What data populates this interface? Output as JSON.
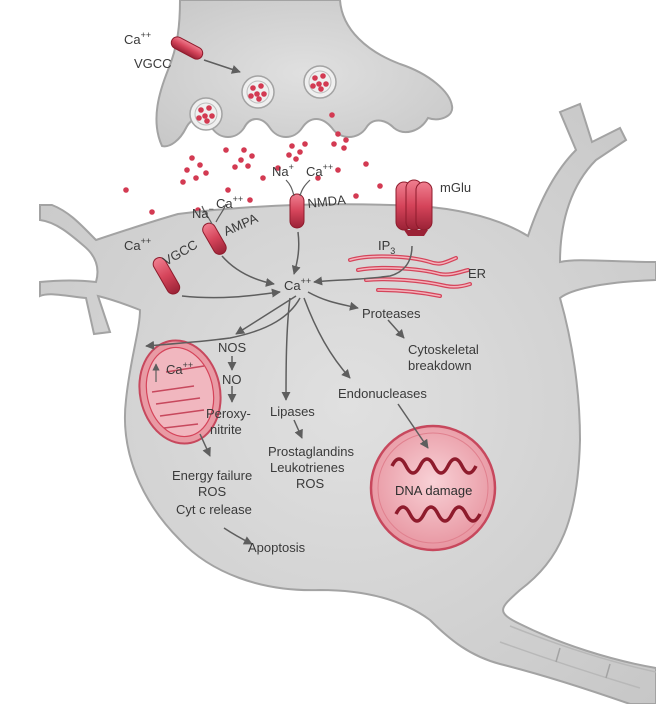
{
  "labels": {
    "ca_presyn": "Ca",
    "vgcc_presyn": "VGCC",
    "na_ampa": "Na",
    "ca_ampa": "Ca",
    "ampa": "AMPA",
    "na_nmda": "Na",
    "ca_nmda": "Ca",
    "nmda": "NMDA",
    "mglu": "mGlu",
    "ip3": "IP",
    "er": "ER",
    "ca_vgcc": "Ca",
    "vgcc": "VGCC",
    "ca_center": "Ca",
    "proteases": "Proteases",
    "cytoskeletal_1": "Cytoskeletal",
    "cytoskeletal_2": "breakdown",
    "nos": "NOS",
    "no": "NO",
    "peroxy_1": "Peroxy-",
    "peroxy_2": "nitrite",
    "lipases": "Lipases",
    "prostaglandins": "Prostaglandins",
    "leukotrienes": "Leukotrienes",
    "ros_lipases": "ROS",
    "endonucleases": "Endonucleases",
    "ca_mito": "Ca",
    "energy_failure": "Energy failure",
    "ros_mito": "ROS",
    "cytc": "Cyt c release",
    "apoptosis": "Apoptosis",
    "dna_damage": "DNA damage"
  },
  "superscripts": {
    "ca": "++",
    "na": "+",
    "na_ampa": "−",
    "ip3": "3"
  },
  "colors": {
    "cell_fill": "#d4d4d4",
    "membrane": "#a3a3a3",
    "channel": "#d5445a",
    "channel_dark": "#8e1b2c",
    "vesicle_dot": "#d33a52",
    "mito_fill": "#e99aa4",
    "nucleus_fill": "#f1b9c0",
    "arrow": "#5e5e5e"
  }
}
